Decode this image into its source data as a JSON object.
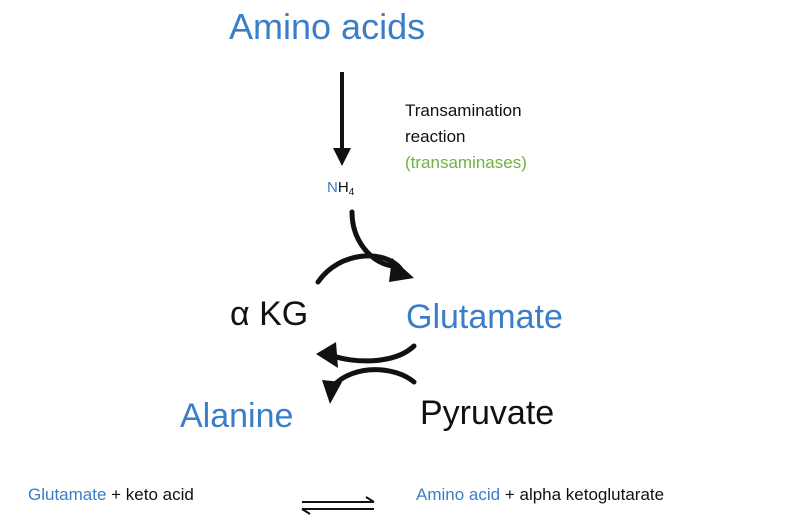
{
  "top": {
    "title": "Amino acids",
    "note_line1": "Transamination",
    "note_line2": "reaction",
    "enzyme": "(transaminases)",
    "nh4_n": "N",
    "nh4_h": "H",
    "nh4_sub": "4"
  },
  "cycle": {
    "akg": "α KG",
    "glutamate": "Glutamate",
    "alanine": "Alanine",
    "pyruvate": "Pyruvate"
  },
  "equation": {
    "left_term1": "Glutamate",
    "left_rest": " + keto acid",
    "right_term1": "Amino acid",
    "right_rest": " + alpha ketoglutarate"
  },
  "colors": {
    "blue": "#3a7dc9",
    "green": "#6db33f",
    "black": "#111111"
  },
  "icons": [
    "arrow-down-icon",
    "curved-arrow-icon",
    "equilibrium-arrows-icon"
  ]
}
